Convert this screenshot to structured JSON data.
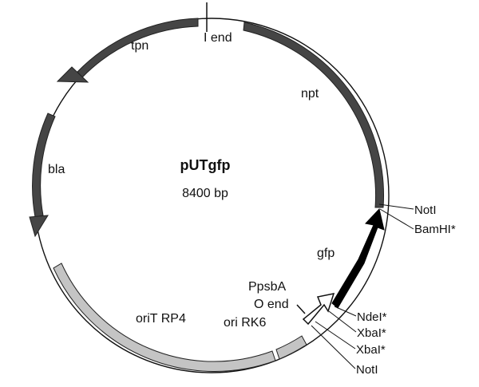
{
  "plasmid": {
    "name": "pUTgfp",
    "size": "8400 bp"
  },
  "features": {
    "tpn": "tpn",
    "i_end": "I end",
    "npt": "npt",
    "bla": "bla",
    "gfp": "gfp",
    "ppsba": "PpsbA",
    "o_end": "O end",
    "ori_rk6": "ori RK6",
    "orit_rp4": "oriT RP4"
  },
  "sites": {
    "notI_top": "NotI",
    "bamhi": "BamHI*",
    "ndei": "NdeI*",
    "xbai_1": "XbaI*",
    "xbai_2": "XbaI*",
    "notI_bottom": "NotI"
  },
  "colors": {
    "dark_gray": "#454545",
    "light_gray": "#c4c4c4",
    "black": "#000000"
  }
}
